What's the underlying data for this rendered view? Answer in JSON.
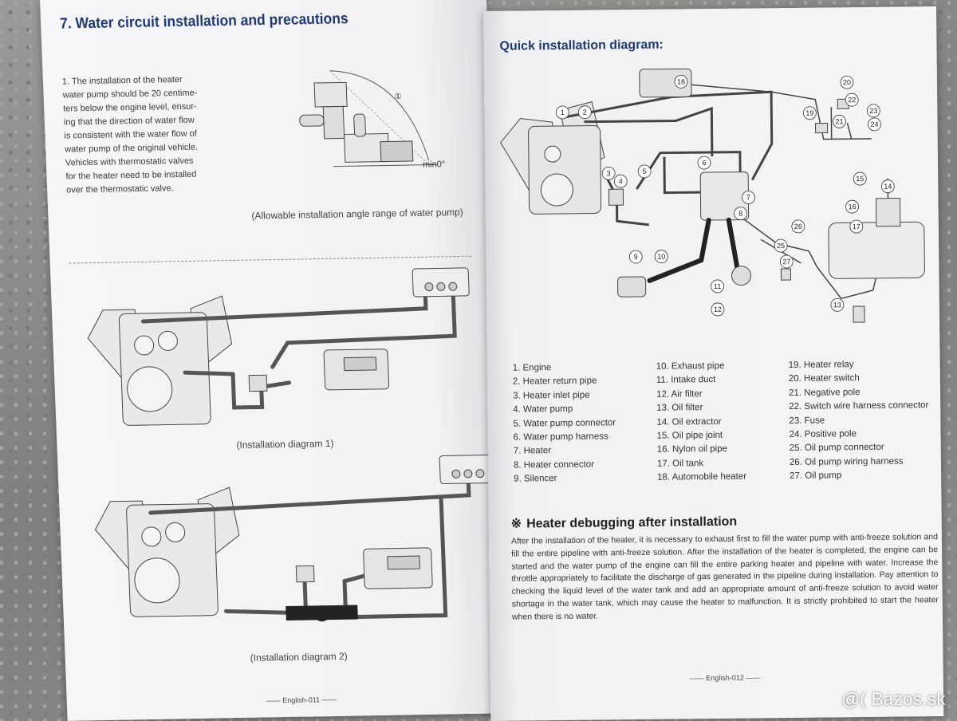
{
  "left_page": {
    "title": "7. Water circuit installation and precautions",
    "paragraph_lines": [
      "1. The installation of the heater",
      "water pump should be 20 centime-",
      "ters below the engine level, ensur-",
      "ing that the direction of water flow",
      "is consistent with the water flow of",
      "water pump of the original vehicle.",
      "Vehicles with thermostatic valves",
      "for the heater need to be installed",
      "over the thermostatic valve."
    ],
    "angle_marker": "①",
    "angle_label": "min0°",
    "angle_caption": "(Allowable installation angle range of water pump)",
    "diagram1_caption": "(Installation diagram 1)",
    "diagram2_caption": "(Installation diagram 2)",
    "page_number": "—— English-011 ——"
  },
  "right_page": {
    "title": "Quick installation diagram:",
    "callout_numbers": [
      "1",
      "2",
      "3",
      "4",
      "5",
      "6",
      "7",
      "8",
      "9",
      "10",
      "11",
      "12",
      "13",
      "14",
      "15",
      "16",
      "17",
      "18",
      "19",
      "20",
      "21",
      "22",
      "23",
      "24",
      "25",
      "26",
      "27"
    ],
    "parts_col1": [
      "1.  Engine",
      "2.  Heater return pipe",
      "3.  Heater inlet pipe",
      "4.  Water pump",
      "5.  Water pump connector",
      "6.  Water pump harness",
      "7.  Heater",
      "8.  Heater connector",
      "9.  Silencer"
    ],
    "parts_col2": [
      "10.  Exhaust pipe",
      "11.  Intake duct",
      "12.  Air filter",
      "13.  Oil filter",
      "14.  Oil extractor",
      "15.  Oil pipe joint",
      "16.  Nylon oil pipe",
      "17.  Oil tank",
      "18.  Automobile heater"
    ],
    "parts_col3": [
      "19.  Heater relay",
      "20.  Heater switch",
      "21.  Negative pole",
      "22.  Switch wire harness connector",
      "23.  Fuse",
      "24.  Positive pole",
      "25.  Oil pump connector",
      "26.  Oil pump wiring harness",
      "27.  Oil pump"
    ],
    "debug_symbol": "※",
    "debug_title": "Heater debugging after installation",
    "debug_text": "After the installation of the heater, it is necessary to exhaust first to fill the water pump with anti-freeze solution and fill the entire pipeline with anti-freeze solution. After the installation of the heater is completed, the engine can be started and the water pump of the engine can fill the entire parking heater and pipeline with water. Increase the throttle appropriately to facilitate the discharge of gas generated in the pipeline during installation. Pay attention to checking the liquid level of the water tank and add an appropriate amount of anti-freeze solution to avoid water shortage in the water tank, which may cause the heater to malfunction. It is strictly prohibited to start the heater when there is no water.",
    "page_number": "—— English-012 ——"
  },
  "watermark": "@( Bazos.sk"
}
